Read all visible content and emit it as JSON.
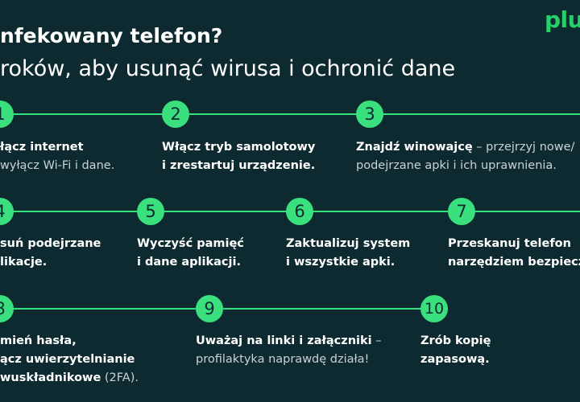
{
  "brand": {
    "logo_text": "plu",
    "color": "#22d16a"
  },
  "heading": {
    "line1": "nfekowany telefon?",
    "line2": "roków, aby usunąć wirusa i ochronić dane"
  },
  "accent_color": "#3be07e",
  "background_color": "#0d2a30",
  "steps": [
    {
      "number": "1",
      "line1_bold": "łącz internet",
      "line1_light": "",
      "line2_bold": "",
      "line2_light": "wyłącz Wi-Fi i dane."
    },
    {
      "number": "2",
      "line1_bold": "Włącz tryb samolotowy",
      "line1_light": "",
      "line2_bold": "i zrestartuj urządzenie.",
      "line2_light": ""
    },
    {
      "number": "3",
      "line1_bold": "Znajdź winowajcę",
      "line1_light": " – przejrzyj nowe/",
      "line2_bold": "",
      "line2_light": "podejrzane apki i ich uprawnienia."
    },
    {
      "number": "4",
      "line1_bold": "suń podejrzane",
      "line1_light": "",
      "line2_bold": "likacje.",
      "line2_light": ""
    },
    {
      "number": "5",
      "line1_bold": "Wyczyść pamięć",
      "line1_light": "",
      "line2_bold": "i dane aplikacji.",
      "line2_light": ""
    },
    {
      "number": "6",
      "line1_bold": "Zaktualizuj system",
      "line1_light": "",
      "line2_bold": "i wszystkie apki.",
      "line2_light": ""
    },
    {
      "number": "7",
      "line1_bold": "Przeskanuj telefon",
      "line1_light": "",
      "line2_bold": "narzędziem bezpiecze",
      "line2_light": ""
    },
    {
      "number": "8",
      "line1_bold": "mień hasła,",
      "line1_light": "",
      "line2_bold": "ącz uwierzytelnianie",
      "line2_light": "",
      "line3_bold": "wuskładnikowe",
      "line3_light": " (2FA)."
    },
    {
      "number": "9",
      "line1_bold": "Uważaj na linki i załączniki",
      "line1_light": " –",
      "line2_bold": "",
      "line2_light": "profilaktyka naprawdę działa!"
    },
    {
      "number": "10",
      "line1_bold": "Zrób kopię",
      "line1_light": "",
      "line2_bold": "zapasową.",
      "line2_light": ""
    }
  ]
}
